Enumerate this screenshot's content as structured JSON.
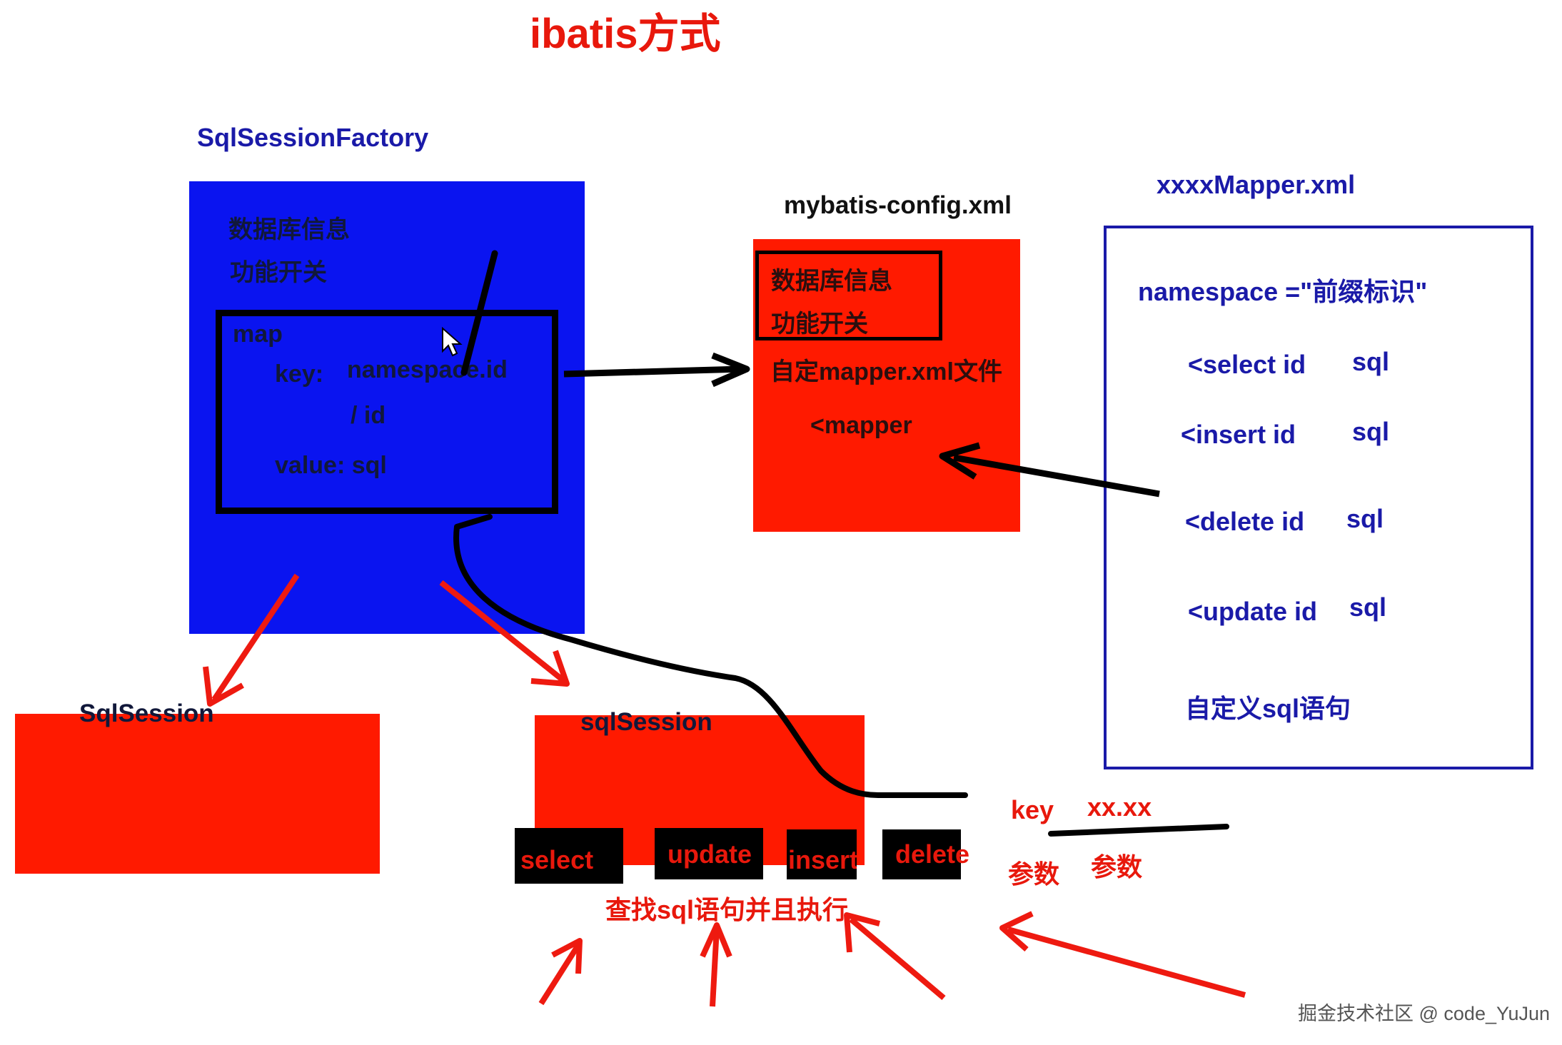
{
  "title": "ibatis方式",
  "factory": {
    "label": "SqlSessionFactory",
    "db_info": "数据库信息",
    "feature_switch": "功能开关",
    "map_label": "map",
    "key_label": "key:",
    "key_value": "namespace.id",
    "key_alt": "/  id",
    "value_line": "value: sql"
  },
  "config": {
    "label": "mybatis-config.xml",
    "db_info": "数据库信息",
    "feature_switch": "功能开关",
    "custom_mapper": "自定mapper.xml文件",
    "mapper_tag": "<mapper"
  },
  "mapper_xml": {
    "label": "xxxxMapper.xml",
    "namespace": "namespace =\"前缀标识\"",
    "rows": [
      {
        "tag": "<select  id",
        "sql": "sql"
      },
      {
        "tag": "<insert   id",
        "sql": "sql"
      },
      {
        "tag": "<delete  id",
        "sql": "sql"
      },
      {
        "tag": "<update id",
        "sql": "sql"
      }
    ],
    "custom_sql": "自定义sql语句"
  },
  "sessions": {
    "left_label": "SqlSession",
    "middle_label": "sqlSession"
  },
  "operations": [
    "select",
    "update",
    "insert",
    "delete"
  ],
  "execute_note": "查找sql语句并且执行",
  "params": {
    "key": "key",
    "key_value": "xx.xx",
    "param_a": "参数",
    "param_b": "参数"
  },
  "watermark": "掘金技术社区 @ code_YuJun",
  "colors": {
    "blue_fill": "#0a14f0",
    "red_fill": "#ff1a00",
    "navy_text": "#1a1aa8",
    "red_text": "#e8180c",
    "arrow_red": "#ee1a10",
    "line_black": "#000000"
  }
}
